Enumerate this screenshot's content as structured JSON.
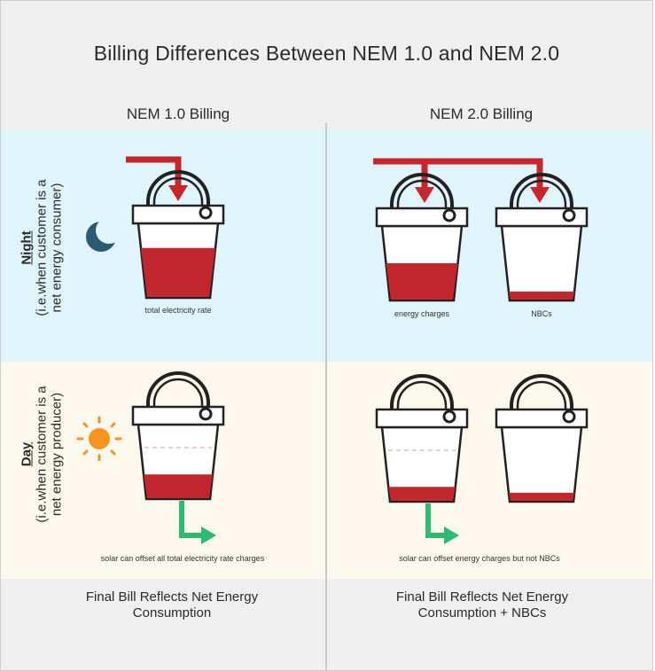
{
  "title": "Billing Differences Between NEM 1.0 and NEM 2.0",
  "columns": {
    "nem1": "NEM 1.0 Billing",
    "nem2": "NEM 2.0 Billing"
  },
  "rows": {
    "night": {
      "label": "Night",
      "sub_line1": "(i.e.when customer is a",
      "sub_line2": "net energy consumer)"
    },
    "day": {
      "label": "Day",
      "sub_line1": "(i.e.when customer is a",
      "sub_line2": "net energy producer)"
    }
  },
  "buckets": {
    "nem1_night": {
      "caption": "total electricity rate",
      "fill_fraction": 0.67
    },
    "nem2_night_energy": {
      "caption": "energy charges",
      "fill_fraction": 0.5
    },
    "nem2_night_nbc": {
      "caption": "NBCs",
      "fill_fraction": 0.12
    },
    "nem1_day": {
      "fill_fraction": 0.33
    },
    "nem2_day_energy": {
      "fill_fraction": 0.2
    },
    "nem2_day_nbc": {
      "fill_fraction": 0.12
    }
  },
  "day_captions": {
    "nem1": "solar can offset all total electricity rate charges",
    "nem2": "solar can offset energy charges but not NBCs"
  },
  "final": {
    "nem1_line1": "Final Bill Reflects Net Energy",
    "nem1_line2": "Consumption",
    "nem2_line1": "Final Bill Reflects Net Energy",
    "nem2_line2": "Consumption + NBCs"
  },
  "colors": {
    "fill": "#c1272d",
    "arrow_in": "#c9262c",
    "arrow_out": "#2dbb72",
    "moon": "#2b5a73",
    "sun": "#f7941d",
    "night_bg": "#dff4fb",
    "day_bg": "#fdf8ee"
  },
  "icons": {
    "night": "moon-icon",
    "day": "sun-icon"
  }
}
